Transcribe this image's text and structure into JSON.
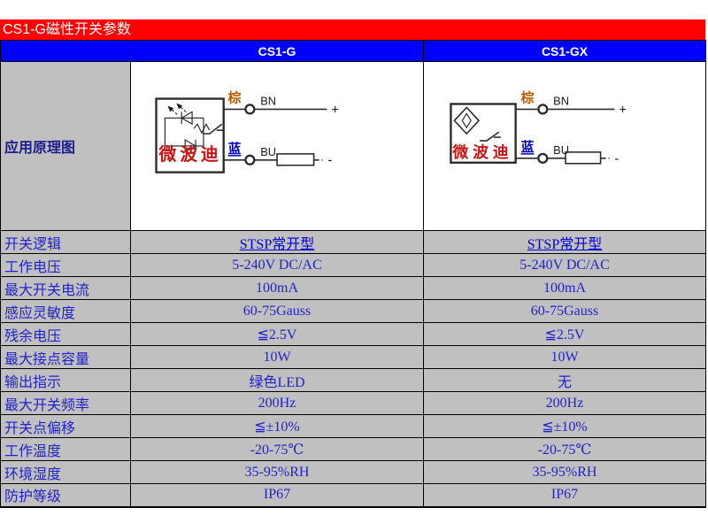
{
  "title": "CS1-G磁性开关参数",
  "header": {
    "col_label": "",
    "col_cs1g": "CS1-G",
    "col_cs1gx": "CS1-GX"
  },
  "diagram_row_label": "应用原理图",
  "diagram": {
    "brown_label": "棕",
    "blue_label": "蓝",
    "bn": "BN",
    "bu": "BU",
    "plus": "+",
    "minus": "-",
    "watermark": "微波迪"
  },
  "rows": [
    {
      "label": "开关逻辑",
      "cs1g": "STSP常开型",
      "cs1gx": "STSP常开型"
    },
    {
      "label": "工作电压",
      "cs1g": "5-240V DC/AC",
      "cs1gx": "5-240V DC/AC"
    },
    {
      "label": "最大开关电流",
      "cs1g": "100mA",
      "cs1gx": "100mA"
    },
    {
      "label": "感应灵敏度",
      "cs1g": "60-75Gauss",
      "cs1gx": "60-75Gauss"
    },
    {
      "label": "残余电压",
      "cs1g": "≦2.5V",
      "cs1gx": "≦2.5V"
    },
    {
      "label": "最大接点容量",
      "cs1g": "10W",
      "cs1gx": "10W"
    },
    {
      "label": "输出指示",
      "cs1g": "绿色LED",
      "cs1gx": "无"
    },
    {
      "label": "最大开关频率",
      "cs1g": "200Hz",
      "cs1gx": "200Hz"
    },
    {
      "label": "开关点偏移",
      "cs1g": "≦±10%",
      "cs1gx": "≦±10%"
    },
    {
      "label": "工作温度",
      "cs1g": "-20-75℃",
      "cs1gx": "-20-75℃"
    },
    {
      "label": "环境湿度",
      "cs1g": "35-95%RH",
      "cs1gx": "35-95%RH"
    },
    {
      "label": "防护等级",
      "cs1g": "IP67",
      "cs1gx": "IP67"
    }
  ],
  "colors": {
    "title_bg": "#ff0000",
    "header_bg": "#0000fd",
    "cell_bg": "#c0c0c0",
    "page_bg": "#ffffff",
    "text_blue": "#2222cc",
    "label_navy": "#1b1b8e",
    "link_blue": "#0000dd",
    "watermark_red": "#cc1414",
    "brown": "#b35900",
    "wire_blue": "#0000bb",
    "line": "#2b2b2b"
  }
}
